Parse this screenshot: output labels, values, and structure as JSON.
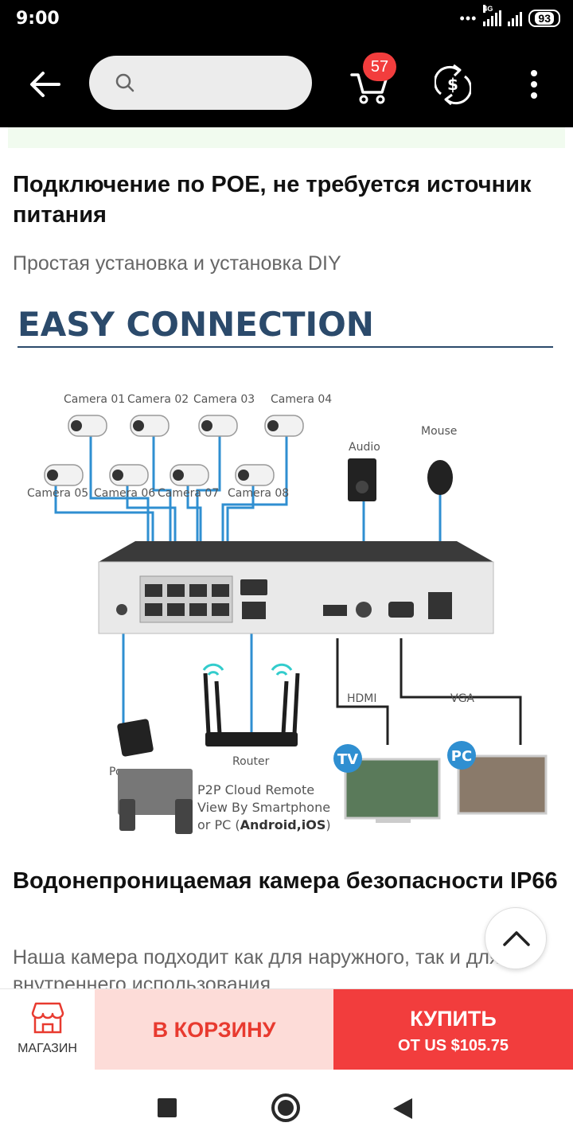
{
  "status_bar": {
    "time": "9:00",
    "dots": "•••",
    "network": "4G",
    "battery": "93"
  },
  "header": {
    "search_placeholder": "",
    "cart_count": "57"
  },
  "content": {
    "section1_title": "Подключение по POE, не требуется источник питания",
    "section1_subtitle": "Простая установка и установка DIY",
    "diagram": {
      "heading": "EASY CONNECTION",
      "cameras": [
        "Camera 01",
        "Camera 02",
        "Camera 03",
        "Camera 04",
        "Camera 05",
        "Camera 06",
        "Camera 07",
        "Camera 08"
      ],
      "audio": "Audio",
      "mouse": "Mouse",
      "hdmi": "HDMI",
      "vga": "VGA",
      "power": "Power",
      "router": "Router",
      "tv": "TV",
      "pc": "PC",
      "p2p_line1": "P2P Cloud Remote",
      "p2p_line2": "View By Smartphone",
      "p2p_line3_a": "or PC (",
      "p2p_line3_b": "Android,iOS",
      "p2p_line3_c": ")",
      "accent_color": "#2f8fd1",
      "heading_color": "#2b4a6b"
    },
    "section2_title": "Водонепроницаемая камера безопасности IP66",
    "section2_subtitle": "Наша камера подходит как для наружного, так и для внутреннего использования"
  },
  "bottom_bar": {
    "shop_label": "МАГАЗИН",
    "add_to_cart_label": "В КОРЗИНУ",
    "buy_label": "КУПИТЬ",
    "buy_price": "ОТ US $105.75"
  },
  "colors": {
    "accent": "#f23d3d",
    "cart_bg": "#fddcd8",
    "cart_text": "#e83a2f"
  }
}
